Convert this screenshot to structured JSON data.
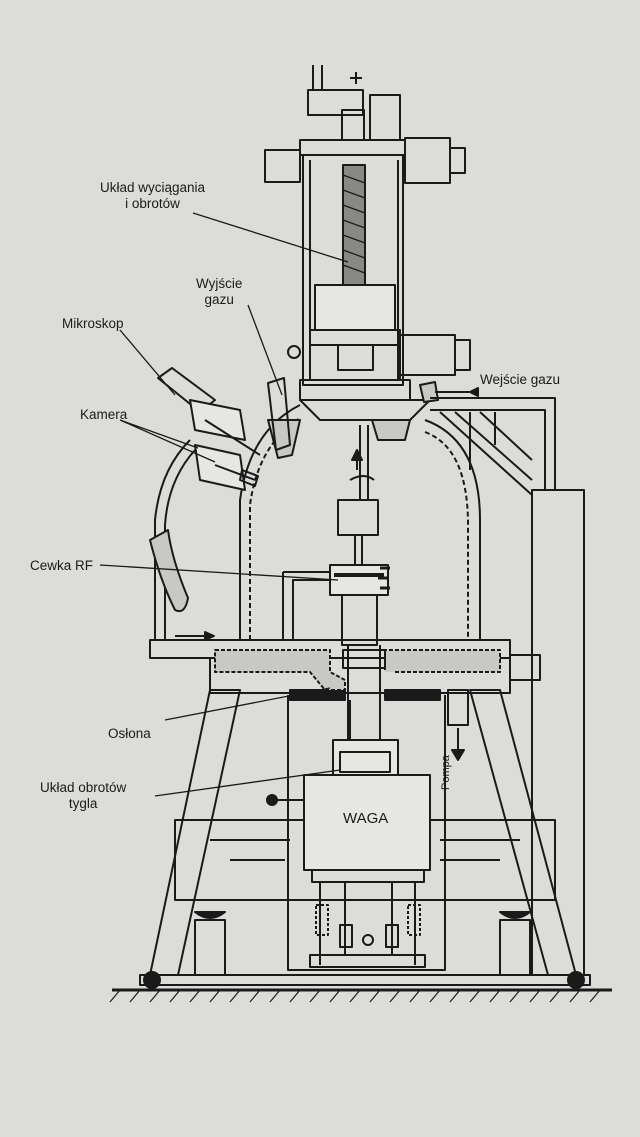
{
  "labels": {
    "extraction": [
      "Układ wyciągania",
      "i obrotów"
    ],
    "gas_out": [
      "Wyjście",
      "gazu"
    ],
    "microscope": "Mikroskop",
    "camera": "Kamera",
    "gas_in": "Wejście  gazu",
    "rf_coil": "Cewka RF",
    "shield": "Osłona",
    "crucible_rotation": [
      "Układ obrotów",
      "tygla"
    ],
    "balance": "WAGA",
    "pump": "Pompa"
  },
  "colors": {
    "paper": "#dcdcd8",
    "ink": "#1a1a1a",
    "fill": "#c8c8c4"
  }
}
